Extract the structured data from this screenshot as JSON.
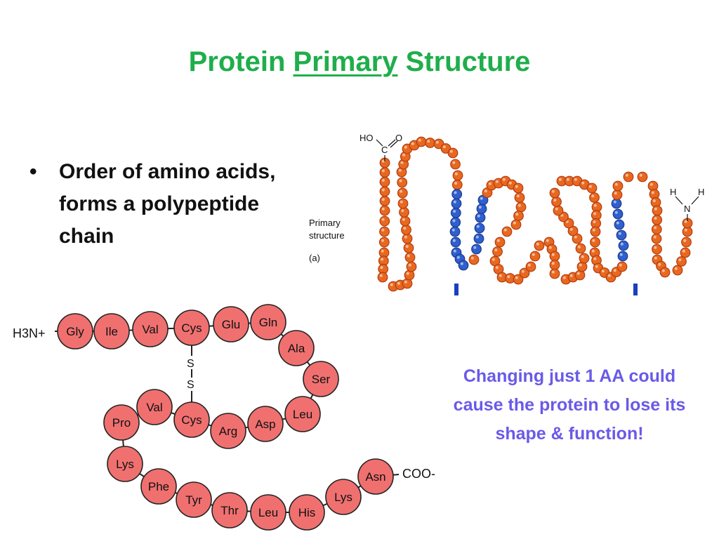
{
  "title": {
    "before": "Protein ",
    "underlined": "Primary",
    "after": " Structure"
  },
  "bullet": {
    "symbol": "•",
    "text": "Order of amino acids, forms a polypeptide chain"
  },
  "note": "Changing just 1 AA could cause the protein to lose its shape & function!",
  "model": {
    "label_line1": "Primary",
    "label_line2": "structure",
    "label_part": "(a)",
    "cterm_h": "HO",
    "cterm_c": "C",
    "cterm_o": "O",
    "nterm_h1": "H",
    "nterm_h2": "H",
    "nterm_n": "N",
    "colors": {
      "bead": "#e8681f",
      "bead_dark": "#b33c10",
      "blue_bead": "#2f5fd0",
      "marker": "#1a3fbf"
    }
  },
  "chain": {
    "n_terminus": "H3N+",
    "c_terminus": "COO-",
    "disulfide": [
      "S",
      "S"
    ],
    "residues": [
      "Gly",
      "Ile",
      "Val",
      "Cys",
      "Glu",
      "Gln",
      "Ala",
      "Ser",
      "Leu",
      "Asp",
      "Arg",
      "Cys",
      "Val",
      "Pro",
      "Lys",
      "Phe",
      "Tyr",
      "Thr",
      "Leu",
      "His",
      "Lys",
      "Asn"
    ],
    "colors": {
      "residue_fill": "#f07070",
      "residue_stroke": "#222222"
    }
  }
}
